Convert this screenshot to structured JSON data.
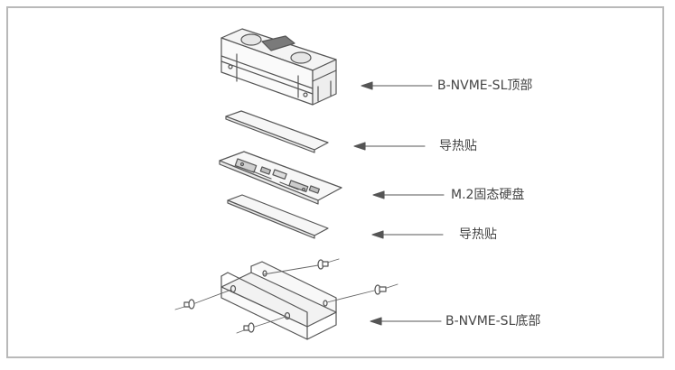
{
  "diagram": {
    "labels": {
      "top_case": "B-NVME-SL顶部",
      "thermal_pad_upper": "导热贴",
      "ssd": "M.2固态硬盘",
      "thermal_pad_lower": "导热贴",
      "bottom_case": "B-NVME-SL底部"
    },
    "colors": {
      "stroke": "#555555",
      "fill_light": "#f4f4f4",
      "frame": "#b9b9b9",
      "text": "#444444"
    }
  }
}
